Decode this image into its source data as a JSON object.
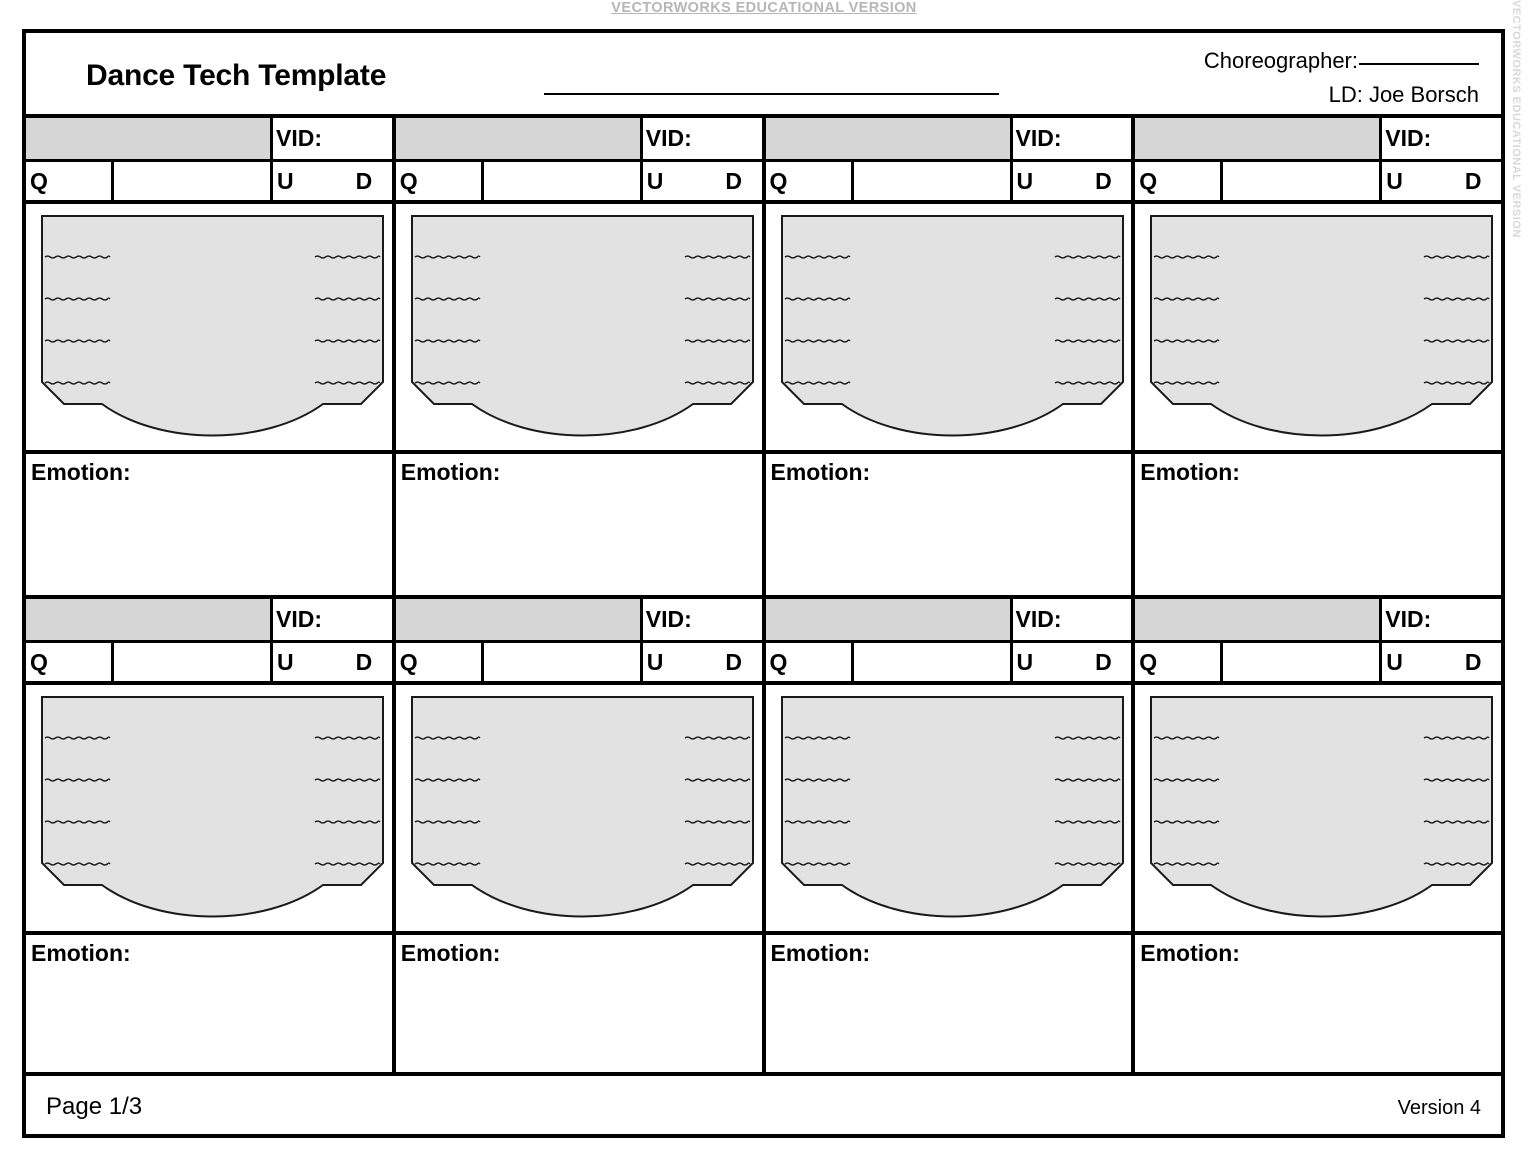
{
  "watermark": {
    "top": "VECTORWORKS EDUCATIONAL VERSION",
    "right": "VECTORWORKS EDUCATIONAL VERSION"
  },
  "header": {
    "title": "Dance Tech Template",
    "title_blank_line": "",
    "choreographer_label": "Choreographer:",
    "choreographer_value": "",
    "ld_line": "LD: Joe Borsch"
  },
  "labels": {
    "vid": "VID:",
    "q": "Q",
    "u": "U",
    "d": "D",
    "emotion": "Emotion:"
  },
  "blocks": [
    {
      "id": 1,
      "q_value": "",
      "cue_name": "",
      "vid_value": "",
      "u_value": "",
      "d_value": "",
      "emotion_value": ""
    },
    {
      "id": 2,
      "q_value": "",
      "cue_name": "",
      "vid_value": "",
      "u_value": "",
      "d_value": "",
      "emotion_value": ""
    },
    {
      "id": 3,
      "q_value": "",
      "cue_name": "",
      "vid_value": "",
      "u_value": "",
      "d_value": "",
      "emotion_value": ""
    },
    {
      "id": 4,
      "q_value": "",
      "cue_name": "",
      "vid_value": "",
      "u_value": "",
      "d_value": "",
      "emotion_value": ""
    },
    {
      "id": 5,
      "q_value": "",
      "cue_name": "",
      "vid_value": "",
      "u_value": "",
      "d_value": "",
      "emotion_value": ""
    },
    {
      "id": 6,
      "q_value": "",
      "cue_name": "",
      "vid_value": "",
      "u_value": "",
      "d_value": "",
      "emotion_value": ""
    },
    {
      "id": 7,
      "q_value": "",
      "cue_name": "",
      "vid_value": "",
      "u_value": "",
      "d_value": "",
      "emotion_value": ""
    },
    {
      "id": 8,
      "q_value": "",
      "cue_name": "",
      "vid_value": "",
      "u_value": "",
      "d_value": "",
      "emotion_value": ""
    }
  ],
  "stage_plan": {
    "description": "thrust stage plan with chamfered downstage corners and curved apron",
    "wing_lines_per_side": 4,
    "fill_color": "#e2e2e2",
    "outline_color": "#1a1a1a"
  },
  "footer": {
    "page": "Page 1/3",
    "version": "Version 4"
  },
  "colors": {
    "header_cell_gray": "#d6d6d6",
    "stage_gray": "#e2e2e2",
    "rule_black": "#000000",
    "watermark_gray": "#b6b6b6"
  }
}
